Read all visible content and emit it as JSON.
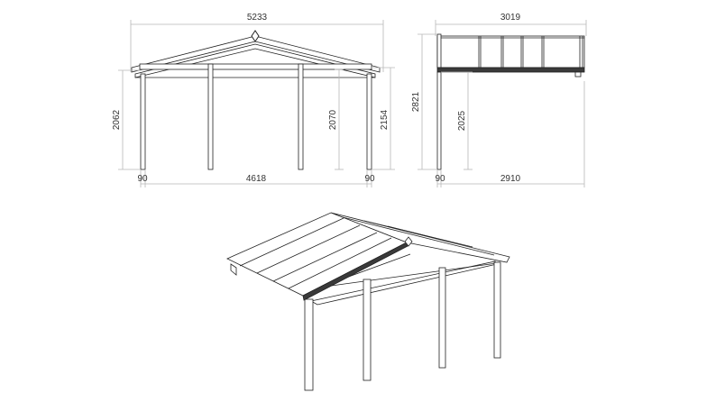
{
  "front_view": {
    "dims": {
      "overall_width": "5233",
      "post_span": "4618",
      "post_width_left": "90",
      "post_width_right": "90",
      "height_left": "2062",
      "height_inner": "2070",
      "height_right": "2154"
    }
  },
  "side_view": {
    "dims": {
      "overall_depth": "3019",
      "post_depth": "2910",
      "post_width": "90",
      "total_height": "2821",
      "height_under_beam": "2025"
    }
  },
  "colors": {
    "line": "#222222",
    "dimension": "#b8b8b8",
    "text": "#333333"
  }
}
